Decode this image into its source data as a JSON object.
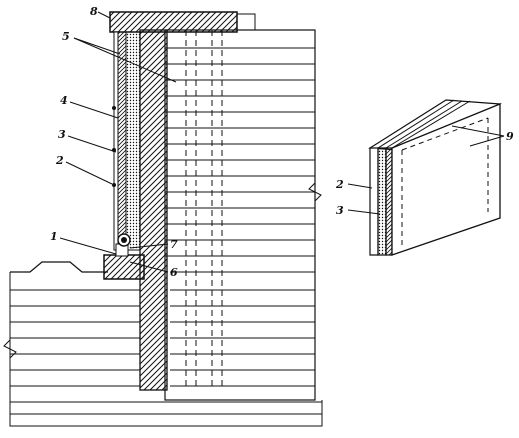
{
  "figure": {
    "wall_labels": {
      "l8": "8",
      "l5": "5",
      "l4": "4",
      "l3": "3",
      "l2": "2",
      "l1": "1",
      "l7": "7",
      "l6": "6"
    },
    "panel_labels": {
      "l9": "9",
      "l2": "2",
      "l3": "3"
    },
    "ink_color": "#111111",
    "background_color": "#ffffff"
  }
}
